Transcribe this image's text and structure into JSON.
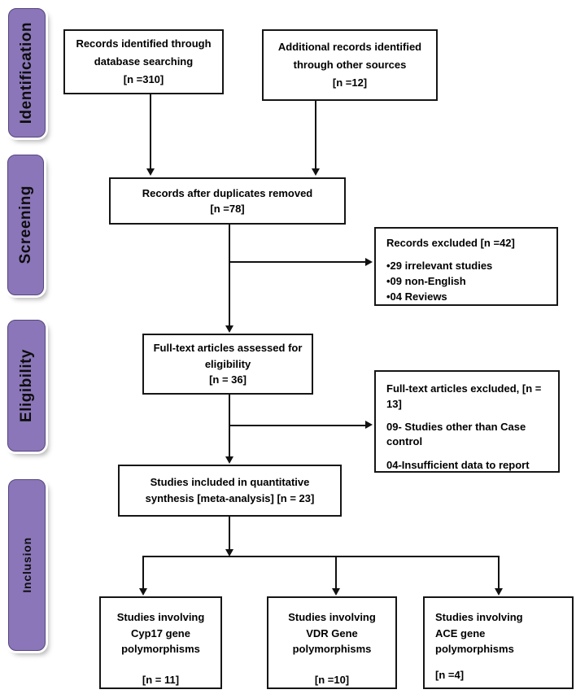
{
  "stages": [
    {
      "label": "Identification"
    },
    {
      "label": "Screening"
    },
    {
      "label": "Eligibility"
    },
    {
      "label": "Inclusion"
    }
  ],
  "boxes": {
    "records_identified": {
      "lines": [
        "Records identified through",
        "database searching",
        "[n =310]"
      ]
    },
    "additional_records": {
      "lines": [
        "Additional records identified",
        "through other sources",
        "[n =12]"
      ]
    },
    "after_duplicates": {
      "lines": [
        "Records after duplicates removed",
        "[n =78]"
      ]
    },
    "records_excluded": {
      "title": "Records excluded [n =42]",
      "bullets": [
        "•29 irrelevant studies",
        "•09 non-English",
        "•04 Reviews"
      ]
    },
    "fulltext_assessed": {
      "lines": [
        "Full-text articles assessed for",
        "eligibility",
        "[n = 36]"
      ]
    },
    "fulltext_excluded": {
      "title": "Full-text articles excluded, [n = 13]",
      "reasons": [
        "09- Studies other than Case control",
        "04-Insufficient data to report"
      ]
    },
    "quantitative_synthesis": {
      "lines": [
        "Studies included in quantitative",
        "synthesis [meta-analysis] [n = 23]"
      ]
    },
    "cyp17": {
      "lines": [
        "Studies involving",
        "Cyp17 gene",
        "polymorphisms"
      ],
      "count": "[n = 11]"
    },
    "vdr": {
      "lines": [
        "Studies involving",
        "VDR Gene",
        "polymorphisms"
      ],
      "count": "[n =10]"
    },
    "ace": {
      "lines": [
        "Studies involving",
        "ACE gene",
        "polymorphisms"
      ],
      "count": "[n =4]"
    }
  },
  "colors": {
    "stage_fill": "#8a76b8",
    "stage_border": "#55467e",
    "box_border": "#161616",
    "arrow": "#111111",
    "text": "#000000"
  }
}
